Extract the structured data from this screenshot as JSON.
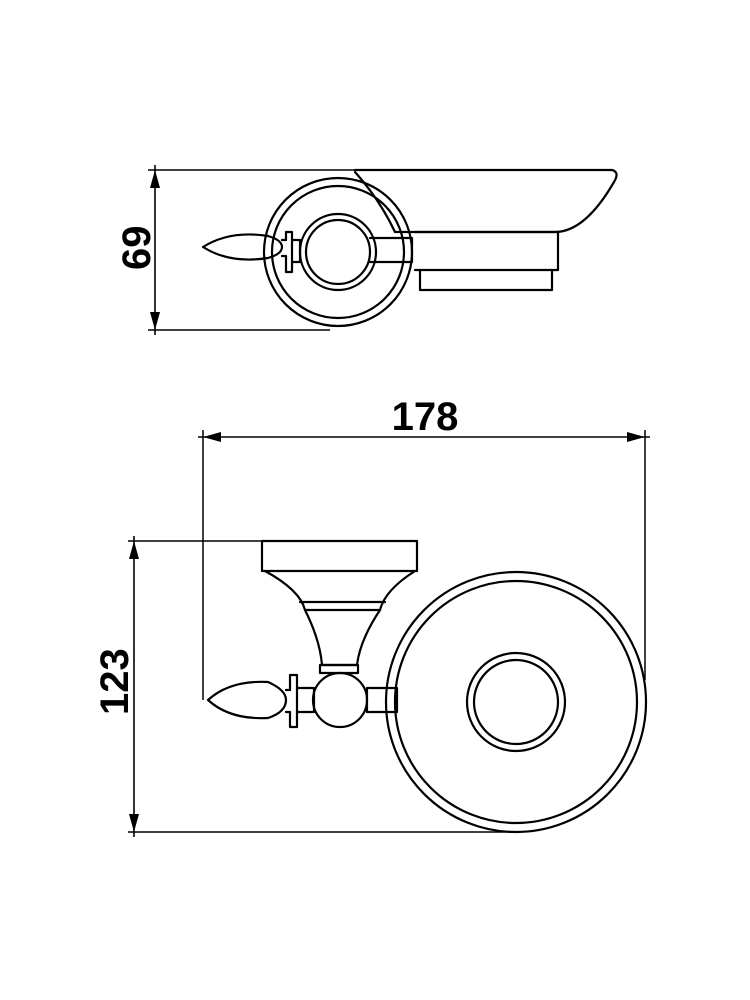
{
  "dimensions": {
    "height_top": "69",
    "width": "178",
    "height_front": "123"
  },
  "colors": {
    "line": "#000000",
    "background": "#ffffff"
  }
}
